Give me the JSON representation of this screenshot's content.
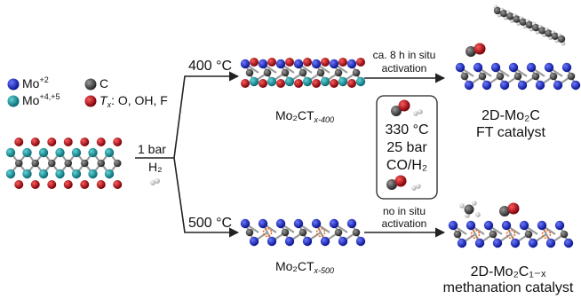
{
  "legend": {
    "mo2": {
      "label": "Mo",
      "sup": "+2",
      "color": "#1420b4"
    },
    "mo45": {
      "label": "Mo",
      "sup": "+4,+5",
      "color": "#12868f"
    },
    "carbon": {
      "label": "C",
      "color": "#3c3c3c"
    },
    "tx": {
      "label": "T",
      "label_sub": "x",
      "label_rest": ": O, OH, F",
      "color": "#9c0b12"
    },
    "hydrogen_color": "#d9d9d9"
  },
  "initial_conditions": {
    "pressure": "1 bar",
    "gas": "H₂"
  },
  "upper_branch": {
    "temperature": "400 °C",
    "intermediate_label_main": "Mo₂CT",
    "intermediate_label_sub": "x-400",
    "arrow_top": "ca. 8 h in situ",
    "arrow_bottom": "activation",
    "product_line1": "2D-Mo₂C",
    "product_line2": "FT catalyst"
  },
  "lower_branch": {
    "temperature": "500 °C",
    "intermediate_label_main": "Mo₂CT",
    "intermediate_label_sub": "x-500",
    "arrow_top": "no in situ",
    "arrow_bottom": "activation",
    "product_line1": "2D-Mo₂C₁₋ₓ",
    "product_line2": "methanation catalyst"
  },
  "reaction_box": {
    "temperature": "330 °C",
    "pressure": "25 bar",
    "gas": "CO/H₂"
  },
  "vacancy_color": "#e8631e"
}
